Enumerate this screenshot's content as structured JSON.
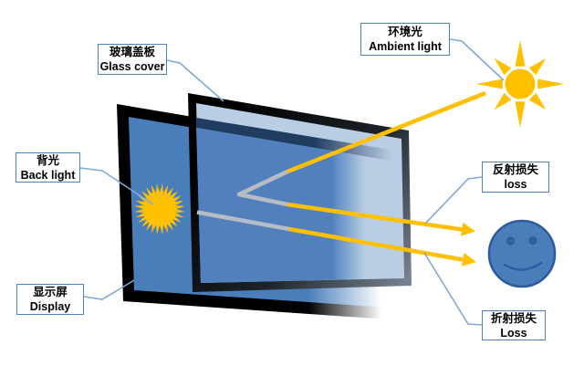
{
  "diagram": {
    "title_hint": "display-reflection-diagram",
    "labels": {
      "glass_cover": {
        "zh": "玻璃盖板",
        "en": "Glass cover"
      },
      "ambient_light": {
        "zh": "环境光",
        "en": "Ambient light"
      },
      "back_light": {
        "zh": "背光",
        "en": "Back light"
      },
      "display": {
        "zh": "显示屏",
        "en": "Display"
      },
      "reflection_loss": {
        "zh": "反射损失",
        "en": "loss"
      },
      "refraction_loss": {
        "zh": "折射损失",
        "en": "Loss"
      }
    },
    "icons": {
      "ambient_sun": "sun-icon",
      "backlight_sun": "starburst-icon",
      "viewer": "smiley-face-icon"
    },
    "colors": {
      "display_blue": "#4a7ebb",
      "through_glass_blue": "#5180bd",
      "glass_blue": "#b9cde4",
      "navy_band": "#203c60",
      "frame_black": "#000000",
      "sun_gold": "#ffc000",
      "ray_gray": "#b5bcc4",
      "label_border": "#4f81bd",
      "connector": "#81a8d6",
      "smiley_blue": "#4a7ebb",
      "smiley_outline": "#2d5c9e"
    }
  }
}
